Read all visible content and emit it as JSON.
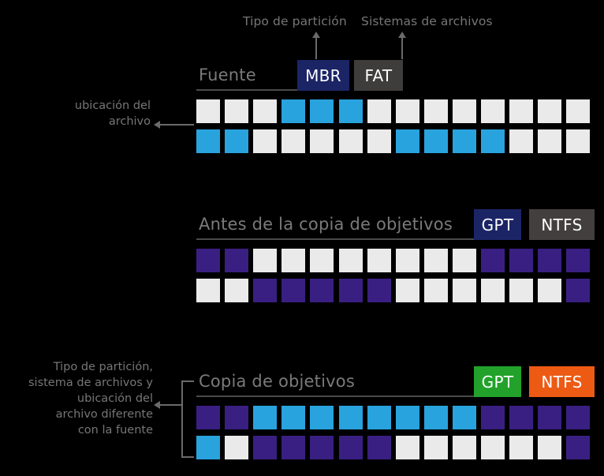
{
  "palette": {
    "background": "#000000",
    "empty_cell": "#eaeaea",
    "blue_cell": "#29a3de",
    "purple_cell": "#3a1f82",
    "mbr_badge": "#1b2566",
    "fat_badge": "#3f3d3c",
    "gpt_dark_badge": "#1b2566",
    "ntfs_dark_badge": "#423f3e",
    "gpt_green_badge": "#22a22a",
    "ntfs_orange_badge": "#ed5a14",
    "label_text": "#767676",
    "title_text": "#7a7a7a",
    "rule": "#4a4a4a",
    "arrow": "#6a6a6a"
  },
  "annotations": {
    "partition_type": "Tipo de partición",
    "file_systems": "Sistemas de archivos",
    "file_location": "ubicación del\narchivo",
    "different_from_source": "Tipo de partición,\nsistema de archivos y\nubicación del\narchivo diferente\ncon la fuente"
  },
  "sections": [
    {
      "id": "source",
      "title": "Fuente",
      "badges": [
        {
          "name": "partition-type-badge",
          "label": "MBR",
          "color": "#1b2566"
        },
        {
          "name": "file-system-badge",
          "label": "FAT",
          "color": "#3f3d3c"
        }
      ],
      "rows": [
        {
          "cells": [
            "empty",
            "empty",
            "empty",
            "blue",
            "blue",
            "blue",
            "empty",
            "empty",
            "empty",
            "empty",
            "empty",
            "empty",
            "empty",
            "empty"
          ]
        },
        {
          "cells": [
            "blue",
            "blue",
            "empty",
            "empty",
            "empty",
            "empty",
            "empty",
            "blue",
            "blue",
            "blue",
            "blue",
            "empty",
            "empty",
            "empty"
          ]
        }
      ]
    },
    {
      "id": "before-target-copy",
      "title": "Antes de la copia de objetivos",
      "badges": [
        {
          "name": "partition-type-badge",
          "label": "GPT",
          "color": "#1b2566"
        },
        {
          "name": "file-system-badge",
          "label": "NTFS",
          "color": "#423f3e"
        }
      ],
      "rows": [
        {
          "cells": [
            "purple",
            "purple",
            "empty",
            "empty",
            "empty",
            "empty",
            "empty",
            "empty",
            "empty",
            "empty",
            "purple",
            "purple",
            "purple",
            "purple"
          ]
        },
        {
          "cells": [
            "empty",
            "empty",
            "purple",
            "purple",
            "purple",
            "purple",
            "purple",
            "empty",
            "empty",
            "empty",
            "empty",
            "empty",
            "empty",
            "purple"
          ]
        }
      ]
    },
    {
      "id": "target-copy",
      "title": "Copia de objetivos",
      "badges": [
        {
          "name": "partition-type-badge",
          "label": "GPT",
          "color": "#22a22a"
        },
        {
          "name": "file-system-badge",
          "label": "NTFS",
          "color": "#ed5a14"
        }
      ],
      "rows": [
        {
          "cells": [
            "purple",
            "purple",
            "blue",
            "blue",
            "blue",
            "blue",
            "blue",
            "blue",
            "blue",
            "blue",
            "purple",
            "purple",
            "purple",
            "purple"
          ]
        },
        {
          "cells": [
            "blue",
            "empty",
            "purple",
            "purple",
            "purple",
            "purple",
            "purple",
            "empty",
            "empty",
            "empty",
            "empty",
            "empty",
            "empty",
            "purple"
          ]
        }
      ]
    }
  ]
}
